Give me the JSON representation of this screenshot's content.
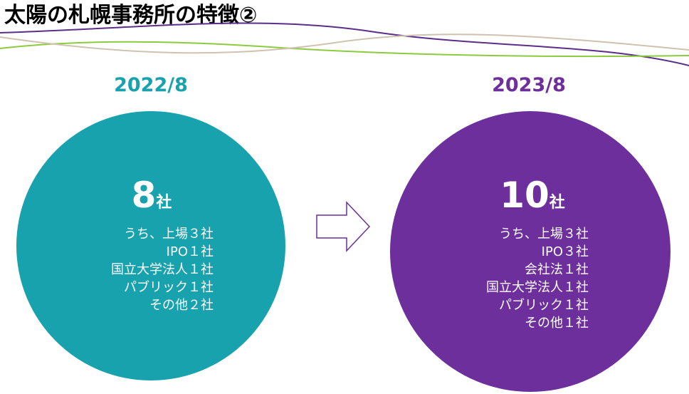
{
  "title": "太陽の札幌事務所の特徴②",
  "colors": {
    "teal": "#18A2AE",
    "purple": "#6C2F9B",
    "line_purple": "#5B2E8A",
    "line_green": "#8CCB3F",
    "line_beige": "#CFC2B0"
  },
  "left": {
    "year": "2022/8",
    "count": "8",
    "unit": "社",
    "details": [
      "うち、上場３社",
      "IPO１社",
      "国立大学法人１社",
      "パブリック１社",
      "その他２社"
    ]
  },
  "right": {
    "year": "2023/8",
    "count": "10",
    "unit": "社",
    "details": [
      "うち、上場３社",
      "IPO３社",
      "会社法１社",
      "国立大学法人１社",
      "パブリック１社",
      "その他１社"
    ]
  },
  "icons": {
    "arrow": "right-arrow-outline-icon",
    "decoration": "wavy-lines"
  }
}
